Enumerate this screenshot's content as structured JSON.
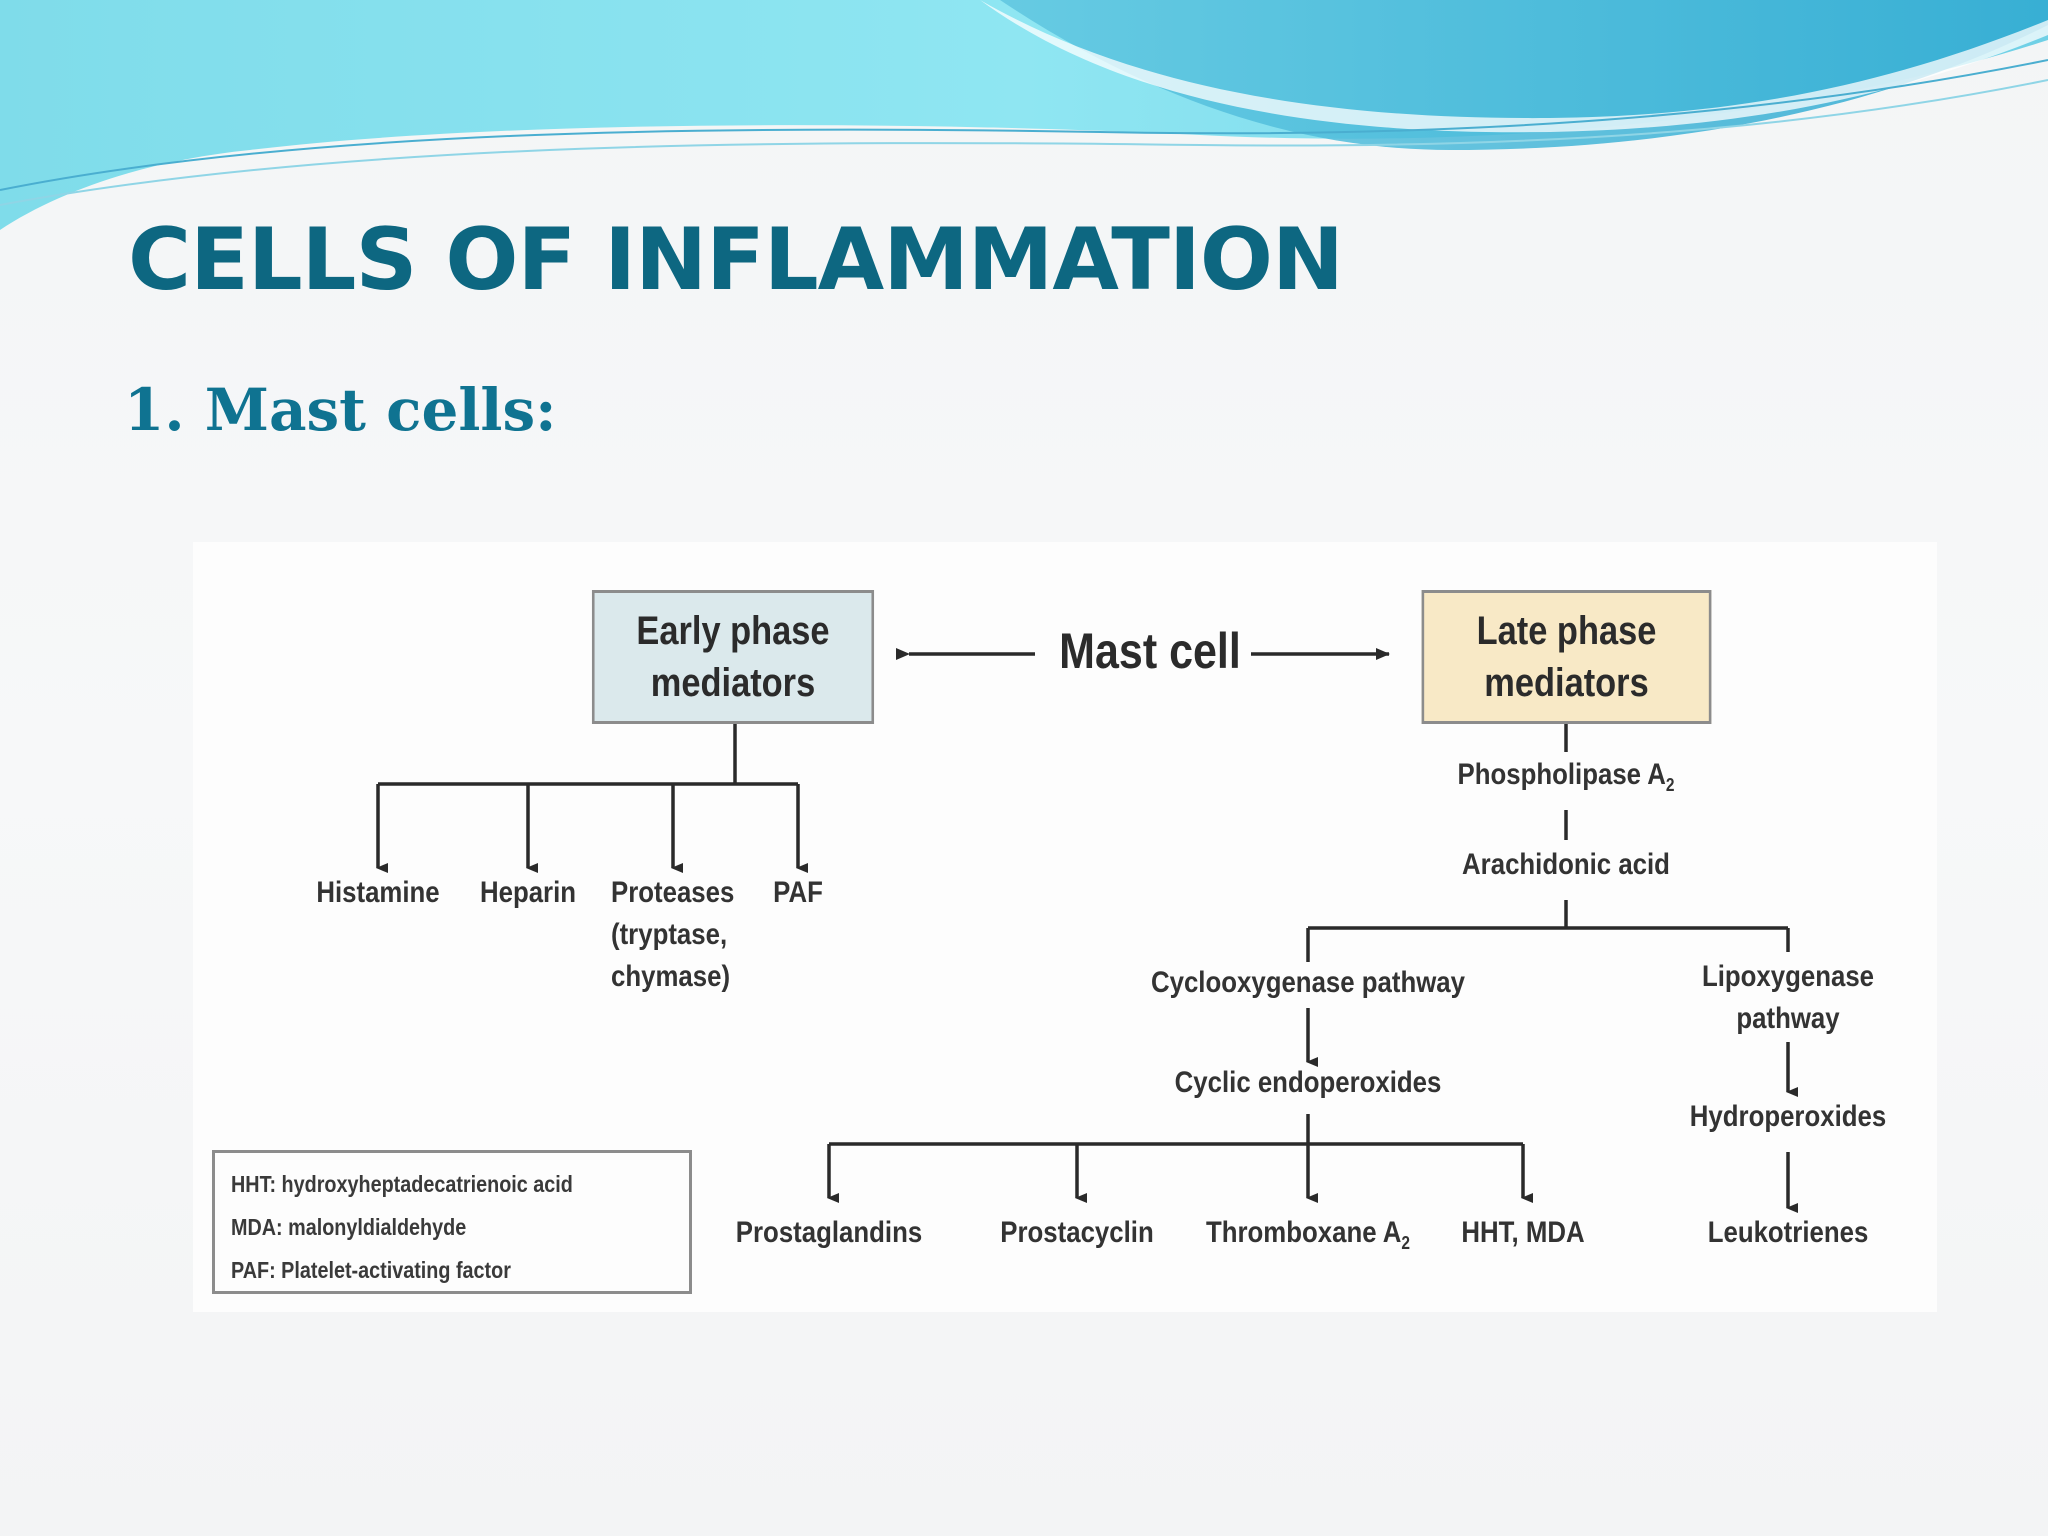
{
  "slide": {
    "title": "CELLS OF INFLAMMATION",
    "subtitle": "1. Mast cells:"
  },
  "colors": {
    "title": "#0d6781",
    "subtitle": "#0f7391",
    "early_box_fill": "#dbe9ec",
    "late_box_fill": "#f8e9c6",
    "banner_light": "#8fe6f2",
    "banner_dark": "#3fb6d6"
  },
  "diagram": {
    "center_node": "Mast cell",
    "early_phase": {
      "label": "Early phase\nmediators",
      "outputs": [
        "Histamine",
        "Heparin",
        "Proteases\n(tryptase,\nchymase)",
        "PAF"
      ]
    },
    "late_phase": {
      "label": "Late phase\nmediators",
      "enzyme": "Phospholipase A",
      "enzyme_subscript": "2",
      "substrate": "Arachidonic acid",
      "cyclooxygenase": {
        "label": "Cyclooxygenase pathway",
        "intermediate": "Cyclic endoperoxides",
        "products": [
          "Prostaglandins",
          "Prostacyclin",
          "Thromboxane A",
          "HHT, MDA"
        ],
        "thromboxane_subscript": "2"
      },
      "lipoxygenase": {
        "label": "Lipoxygenase\npathway",
        "intermediate": "Hydroperoxides",
        "product": "Leukotrienes"
      }
    },
    "legend": [
      "HHT: hydroxyheptadecatrienoic acid",
      "MDA: malonyldialdehyde",
      "PAF: Platelet-activating factor"
    ]
  }
}
